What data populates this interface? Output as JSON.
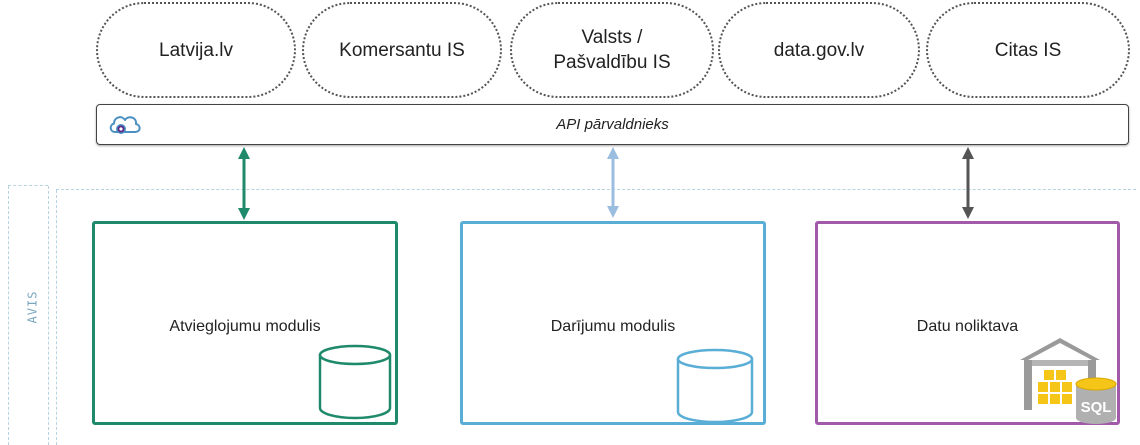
{
  "external_systems": [
    {
      "label": "Latvija.lv"
    },
    {
      "label": "Komersantu IS"
    },
    {
      "label": "Valsts /\nPašvaldību IS"
    },
    {
      "label": "data.gov.lv"
    },
    {
      "label": "Citas IS"
    }
  ],
  "api_manager": {
    "label": "API pārvaldnieks",
    "icon": "cloud-icon"
  },
  "boundary": {
    "label": "AVIS"
  },
  "modules": [
    {
      "label": "Atvieglojumu modulis",
      "color": "#1f8a6b",
      "icon": "database-icon"
    },
    {
      "label": "Darījumu modulis",
      "color": "#5aaed6",
      "icon": "database-icon"
    },
    {
      "label": "Datu noliktava",
      "color": "#a05aa8",
      "icon": "sql-warehouse-icon"
    }
  ],
  "connectors": [
    {
      "color": "#1f8a6b"
    },
    {
      "color": "#9bbde0"
    },
    {
      "color": "#555555"
    }
  ],
  "warehouse_badge": {
    "label": "SQL"
  }
}
